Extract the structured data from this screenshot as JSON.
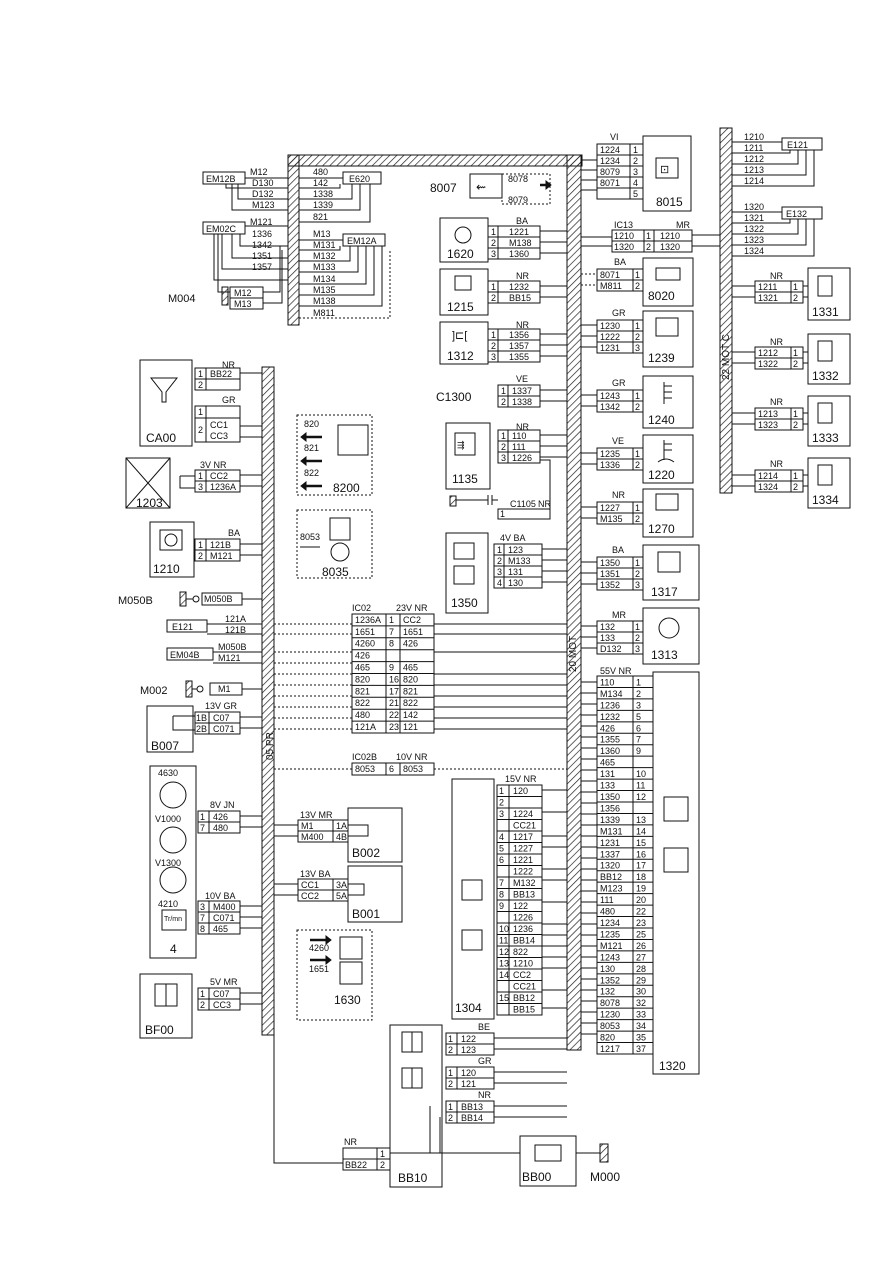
{
  "harness_labels": {
    "left_trunk": "05 PR",
    "right_trunk_label": "20 MOT",
    "injector_trunk": "22 MOT C"
  },
  "components": {
    "C8015": {
      "label": "8015",
      "color": "VI",
      "pins": [
        [
          "1",
          "1224"
        ],
        [
          "2",
          "1234"
        ],
        [
          "3",
          "8079"
        ],
        [
          "4",
          "8071"
        ],
        [
          "5",
          ""
        ]
      ]
    },
    "C8007": {
      "label": "8007",
      "wires": [
        "8078",
        "8079"
      ]
    },
    "C1620": {
      "label": "1620",
      "color": "BA",
      "pins": [
        [
          "1",
          "1221"
        ],
        [
          "2",
          "M138"
        ],
        [
          "3",
          "1360"
        ]
      ]
    },
    "C1215": {
      "label": "1215",
      "color": "NR",
      "pins": [
        [
          "1",
          "1232"
        ],
        [
          "2",
          "BB15"
        ]
      ]
    },
    "C1312": {
      "label": "1312",
      "color": "NR",
      "pins": [
        [
          "1",
          "1356"
        ],
        [
          "2",
          "1357"
        ],
        [
          "3",
          "1355"
        ]
      ]
    },
    "C1300": {
      "label": "C1300",
      "color": "VE",
      "pins": [
        [
          "1",
          "1337"
        ],
        [
          "2",
          "1338"
        ]
      ]
    },
    "C1135": {
      "label": "1135",
      "color": "NR",
      "pins": [
        [
          "1",
          "110"
        ],
        [
          "2",
          "111"
        ],
        [
          "3",
          "1226"
        ]
      ]
    },
    "C1105": {
      "label": "C1105",
      "color": "NR",
      "pins": [
        [
          "1",
          ""
        ]
      ]
    },
    "C1350": {
      "label": "1350",
      "color": "4V BA",
      "pins": [
        [
          "1",
          "123"
        ],
        [
          "2",
          "M133"
        ],
        [
          "3",
          "131"
        ],
        [
          "4",
          "130"
        ]
      ]
    },
    "C8020": {
      "label": "8020",
      "color": "BA",
      "pins": [
        [
          "1",
          "8071"
        ],
        [
          "2",
          "M811"
        ]
      ]
    },
    "C1239": {
      "label": "1239",
      "color": "GR",
      "pins": [
        [
          "1",
          "1230"
        ],
        [
          "2",
          "1222"
        ],
        [
          "3",
          "1231"
        ]
      ]
    },
    "C1240": {
      "label": "1240",
      "color": "GR",
      "pins": [
        [
          "1",
          "1243"
        ],
        [
          "2",
          "1342"
        ]
      ]
    },
    "C1220": {
      "label": "1220",
      "color": "VE",
      "pins": [
        [
          "1",
          "1235"
        ],
        [
          "2",
          "1336"
        ]
      ]
    },
    "C1270": {
      "label": "1270",
      "color": "NR",
      "pins": [
        [
          "1",
          "1227"
        ],
        [
          "2",
          "M135"
        ]
      ]
    },
    "C1317": {
      "label": "1317",
      "color": "BA",
      "pins": [
        [
          "1",
          "1350"
        ],
        [
          "2",
          "1351"
        ],
        [
          "3",
          "1352"
        ]
      ]
    },
    "C1313": {
      "label": "1313",
      "color": "MR",
      "pins": [
        [
          "1",
          "132"
        ],
        [
          "2",
          "133"
        ],
        [
          "3",
          "D132"
        ]
      ]
    },
    "C1331": {
      "label": "1331",
      "color": "NR",
      "pins": [
        [
          "1",
          "1211"
        ],
        [
          "2",
          "1321"
        ]
      ]
    },
    "C1332": {
      "label": "1332",
      "color": "NR",
      "pins": [
        [
          "1",
          "1212"
        ],
        [
          "2",
          "1322"
        ]
      ]
    },
    "C1333": {
      "label": "1333",
      "color": "NR",
      "pins": [
        [
          "1",
          "1213"
        ],
        [
          "2",
          "1323"
        ]
      ]
    },
    "C1334": {
      "label": "1334",
      "color": "NR",
      "pins": [
        [
          "1",
          "1214"
        ],
        [
          "2",
          "1324"
        ]
      ]
    },
    "CA00": {
      "label": "CA00",
      "color1": "NR",
      "pins1": [
        [
          "1",
          "BB22"
        ],
        [
          "2",
          ""
        ]
      ],
      "color2": "GR",
      "pins2": [
        [
          "1",
          ""
        ],
        [
          "2",
          "CC1"
        ],
        [
          "",
          "CC3"
        ]
      ]
    },
    "C1203": {
      "label": "1203",
      "color": "3V NR",
      "pins": [
        [
          "1",
          "CC2"
        ],
        [
          "3",
          "1236A"
        ]
      ]
    },
    "C1210": {
      "label": "1210",
      "color": "BA",
      "pins": [
        [
          "1",
          "121B"
        ],
        [
          "2",
          "M121"
        ]
      ]
    },
    "C8200": {
      "label": "8200",
      "wires": [
        "820",
        "821",
        "822"
      ]
    },
    "C8035": {
      "label": "8035",
      "wires": [
        "8053"
      ]
    },
    "B007": {
      "label": "B007",
      "color": "13V GR",
      "pins": [
        [
          "1B",
          "C07"
        ],
        [
          "2B",
          "C071"
        ]
      ]
    },
    "C4": {
      "label": "4",
      "sub": [
        "4630",
        "V1000",
        "V1300",
        "4210"
      ],
      "tach": "Tr/mn",
      "c1_color": "8V JN",
      "c1_pins": [
        [
          "1",
          "426"
        ],
        [
          "7",
          "480"
        ]
      ],
      "c2_color": "10V BA",
      "c2_pins": [
        [
          "3",
          "M400"
        ],
        [
          "7",
          "C071"
        ],
        [
          "8",
          "465"
        ]
      ]
    },
    "BF00": {
      "label": "BF00",
      "color": "5V MR",
      "pins": [
        [
          "1",
          "C07"
        ],
        [
          "2",
          "CC3"
        ]
      ]
    },
    "B002": {
      "label": "B002",
      "color": "13V MR",
      "pins": [
        [
          "M1",
          "1A"
        ],
        [
          "M400",
          "4B"
        ]
      ]
    },
    "B001": {
      "label": "B001",
      "color": "13V BA",
      "pins": [
        [
          "CC1",
          "3A"
        ],
        [
          "CC2",
          "5A"
        ]
      ]
    },
    "C1630": {
      "label": "1630",
      "wires": [
        "4260",
        "1651"
      ]
    },
    "C1304": {
      "label": "1304",
      "color": "15V NR",
      "rows": [
        [
          "1",
          "120"
        ],
        [
          "2",
          ""
        ],
        [
          "3",
          "1224"
        ],
        [
          "",
          "CC21"
        ],
        [
          "4",
          "1217"
        ],
        [
          "5",
          "1227"
        ],
        [
          "6",
          "1221"
        ],
        [
          "",
          "1222"
        ],
        [
          "7",
          "M132"
        ],
        [
          "8",
          "BB13"
        ],
        [
          "9",
          "122"
        ],
        [
          "",
          "1226"
        ],
        [
          "10",
          "1236"
        ],
        [
          "11",
          "BB14"
        ],
        [
          "12",
          "822"
        ],
        [
          "13",
          "1210"
        ],
        [
          "14",
          "CC2"
        ],
        [
          "",
          "CC21"
        ],
        [
          "15",
          "BB12"
        ],
        [
          "",
          "BB15"
        ]
      ]
    },
    "C1320": {
      "label": "1320",
      "color": "55V NR",
      "rows": [
        [
          "110",
          "1"
        ],
        [
          "M134",
          "2"
        ],
        [
          "1236",
          "3"
        ],
        [
          "1232",
          "5"
        ],
        [
          "426",
          "6"
        ],
        [
          "1355",
          "7"
        ],
        [
          "1360",
          "9"
        ],
        [
          "465",
          ""
        ],
        [
          "131",
          "10"
        ],
        [
          "133",
          "11"
        ],
        [
          "1350",
          "12"
        ],
        [
          "1356",
          ""
        ],
        [
          "1339",
          "13"
        ],
        [
          "M131",
          "14"
        ],
        [
          "1231",
          "15"
        ],
        [
          "1337",
          "16"
        ],
        [
          "1320",
          "17"
        ],
        [
          "BB12",
          "18"
        ],
        [
          "M123",
          "19"
        ],
        [
          "111",
          "20"
        ],
        [
          "480",
          "22"
        ],
        [
          "1234",
          "23"
        ],
        [
          "1235",
          "25"
        ],
        [
          "M121",
          "26"
        ],
        [
          "1243",
          "27"
        ],
        [
          "130",
          "28"
        ],
        [
          "1352",
          "29"
        ],
        [
          "132",
          "30"
        ],
        [
          "8078",
          "32"
        ],
        [
          "1230",
          "33"
        ],
        [
          "8053",
          "34"
        ],
        [
          "820",
          "35"
        ],
        [
          "1217",
          "37"
        ]
      ]
    },
    "BB10": {
      "label": "BB10",
      "fuse1_color": "BE",
      "fuse1_pins": [
        [
          "1",
          "122"
        ],
        [
          "2",
          "123"
        ]
      ],
      "fuse2_color": "GR",
      "fuse2_pins": [
        [
          "1",
          "120"
        ],
        [
          "2",
          "121"
        ]
      ],
      "color3": "NR",
      "pins3": [
        [
          "1",
          "BB13"
        ],
        [
          "2",
          "BB14"
        ]
      ],
      "nr_color": "NR",
      "nr_pins": [
        [
          "1",
          ""
        ],
        [
          "2",
          "BB22"
        ]
      ]
    },
    "BB00": {
      "label": "BB00"
    },
    "grounds": {
      "M000": "M000",
      "M002": "M002",
      "M004": "M004",
      "M050B": "M050B"
    }
  },
  "left_block": {
    "em12b": {
      "label": "EM12B",
      "wires": [
        "M12",
        "D130",
        "D132",
        "M123"
      ]
    },
    "e620": {
      "label": "E620",
      "wires": [
        "480",
        "142",
        "1338",
        "1339",
        "821"
      ]
    },
    "em02c": {
      "label": "EM02C",
      "wires": [
        "M121",
        "1336",
        "1342",
        "1351",
        "1357"
      ]
    },
    "em12a": {
      "label": "EM12A",
      "wires": [
        "M13",
        "M131",
        "M132",
        "M133",
        "M134",
        "M135",
        "M138",
        "M811"
      ]
    },
    "m004_pins": [
      "M12",
      "M13"
    ],
    "m050b_pin": "M050B",
    "m002_pin": "M1"
  },
  "ic02": {
    "label": "IC02",
    "color": "23V NR",
    "rows": [
      [
        "1236A",
        "1",
        "CC2"
      ],
      [
        "1651",
        "7",
        "1651"
      ],
      [
        "4260",
        "8",
        "426"
      ],
      [
        "426",
        "",
        ""
      ],
      [
        "465",
        "9",
        "465"
      ],
      [
        "820",
        "16",
        "820"
      ],
      [
        "821",
        "17",
        "821"
      ],
      [
        "822",
        "21",
        "822"
      ],
      [
        "480",
        "22",
        "142"
      ],
      [
        "121A",
        "23",
        "121"
      ]
    ],
    "left_tags": {
      "e121": "E121",
      "e121_w": [
        "121A",
        "121B"
      ],
      "em04b": "EM04B",
      "em04b_w": [
        "M050B",
        "M121"
      ]
    }
  },
  "ic02b": {
    "label": "IC02B",
    "color": "10V NR",
    "row": [
      "8053",
      "6",
      "8053"
    ]
  },
  "ic13": {
    "label": "IC13",
    "color": "MR",
    "rows": [
      [
        "1210",
        "1",
        "1210"
      ],
      [
        "1320",
        "2",
        "1320"
      ]
    ]
  },
  "e121_tag": {
    "label": "E121",
    "wires": [
      "1210",
      "1211",
      "1212",
      "1213",
      "1214"
    ]
  },
  "e132_tag": {
    "label": "E132",
    "wires": [
      "1320",
      "1321",
      "1322",
      "1323",
      "1324"
    ]
  }
}
